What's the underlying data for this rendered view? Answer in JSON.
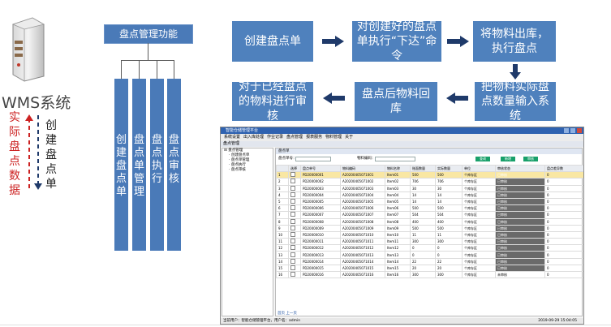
{
  "left": {
    "system_label": "WMS系统",
    "col_left_chars": [
      "实",
      "际",
      "盘",
      "点",
      "数",
      "据"
    ],
    "col_right_chars": [
      "创",
      "建",
      "盘",
      "点",
      "单"
    ]
  },
  "functions": {
    "title": "盘点管理功能",
    "columns": [
      {
        "chars": [
          "创",
          "建",
          "盘",
          "点",
          "单"
        ]
      },
      {
        "chars": [
          "盘",
          "点",
          "单",
          "管",
          "理"
        ]
      },
      {
        "chars": [
          "盘",
          "点",
          "执",
          "行"
        ]
      },
      {
        "chars": [
          "盘",
          "点",
          "审",
          "核"
        ]
      }
    ]
  },
  "flow": {
    "step1": "创建盘点单",
    "step2": "对创建好的盘点单执行“下达”命令",
    "step3": "将物料出库，执行盘点",
    "step4": "把物料实际盘点数量输入系统",
    "step5": "盘点后物料回库",
    "step6": "对于已经盘点的物料进行审核"
  },
  "app": {
    "title": "智能仓储管理平台",
    "menu": [
      "系统设置",
      "出入库处理",
      "作业记录",
      "盘点管理",
      "报表服务",
      "物料管理",
      "关于"
    ],
    "tab": "盘点管理",
    "tree": {
      "root": "盘点管理",
      "items": [
        "创建盘点单",
        "盘点单管理",
        "盘点执行",
        "盘点审核"
      ]
    },
    "pane_title": "盘点单",
    "filters": {
      "order_label": "盘点单号：",
      "material_label": "物料编码："
    },
    "buttons": [
      "查询",
      "新增",
      "审核"
    ],
    "columns": [
      "",
      "选择",
      "盘点单号",
      "物料编码",
      "物料名称",
      "账面数量",
      "实际数量",
      "单位",
      "审核状态",
      "盘点差异数"
    ],
    "rows": [
      [
        "1",
        "PD20000001",
        "A20200405071001",
        "Item01",
        "500",
        "500",
        "个库存区",
        "已审核",
        "0"
      ],
      [
        "2",
        "PD20000002",
        "A20200405071002",
        "Item02",
        "706",
        "706",
        "个库存区",
        "已审核",
        "0"
      ],
      [
        "3",
        "PD20000003",
        "A20200405071003",
        "Item03",
        "30",
        "30",
        "个库存区",
        "已审核",
        "0"
      ],
      [
        "4",
        "PD20000004",
        "A20200405071004",
        "Item04",
        "14",
        "14",
        "个库存区",
        "已审核",
        "0"
      ],
      [
        "5",
        "PD20000005",
        "A20200405071005",
        "Item05",
        "14",
        "14",
        "个库存区",
        "已审核",
        "0"
      ],
      [
        "6",
        "PD20000006",
        "A20200405071006",
        "Item06",
        "500",
        "500",
        "个库存区",
        "已审核",
        "0"
      ],
      [
        "7",
        "PD20000007",
        "A20200405071007",
        "Item07",
        "504",
        "504",
        "个库存区",
        "已审核",
        "0"
      ],
      [
        "8",
        "PD20000008",
        "A20200405071008",
        "Item08",
        "400",
        "400",
        "个库存区",
        "已审核",
        "0"
      ],
      [
        "9",
        "PD20000009",
        "A20200405071009",
        "Item09",
        "500",
        "500",
        "个库存区",
        "已审核",
        "0"
      ],
      [
        "10",
        "PD20000010",
        "A20200405071010",
        "Item10",
        "11",
        "11",
        "个库存区",
        "已审核",
        "0"
      ],
      [
        "11",
        "PD20000011",
        "A20200405071011",
        "Item11",
        "300",
        "300",
        "个库存区",
        "已审核",
        "0"
      ],
      [
        "12",
        "PD20000012",
        "A20200405071012",
        "Item12",
        "0",
        "0",
        "个库存区",
        "已审核",
        "0"
      ],
      [
        "13",
        "PD20000013",
        "A20200405071013",
        "Item13",
        "0",
        "0",
        "个库存区",
        "已审核",
        "0"
      ],
      [
        "14",
        "PD20000014",
        "A20200405071014",
        "Item14",
        "22",
        "22",
        "个库存区",
        "已审核",
        "0"
      ],
      [
        "15",
        "PD20000015",
        "A20200405071015",
        "Item15",
        "20",
        "20",
        "个库存区",
        "已审核",
        "0"
      ],
      [
        "16",
        "PD20000016",
        "A20200405071016",
        "Item16",
        "300",
        "300",
        "个库存区",
        "未审核",
        "0"
      ]
    ],
    "pager": "首页 上一页",
    "status_left": "当前用户：智能仓储管理平台，用户名：admin",
    "status_right": "2019-09-29 15:04:05"
  },
  "colors": {
    "flow_box": "#4f81bd",
    "func_box": "#4a7ab8",
    "arrow": "#1f3a6a",
    "left_red": "#cc2222"
  }
}
